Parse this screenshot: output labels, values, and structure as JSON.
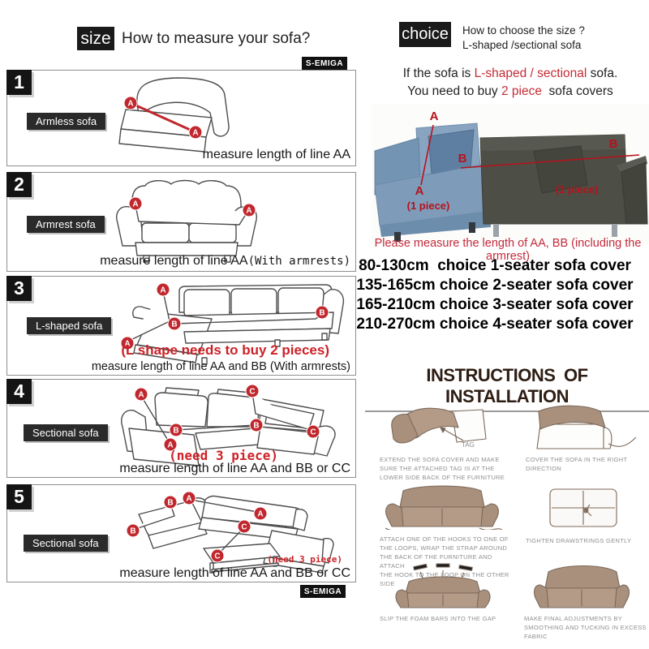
{
  "brand": {
    "badge_top": "S-EMIGA",
    "badge_bottom": "S-EMIGA"
  },
  "left": {
    "tag": "size",
    "title": "How to measure your sofa?",
    "sections": [
      {
        "num": "1",
        "label": "Armless sofa",
        "caption": "measure length of line AA",
        "markers": [
          "A",
          "A"
        ]
      },
      {
        "num": "2",
        "label": "Armrest sofa",
        "caption": "measure length of line AA",
        "caption_suffix": "(With armrests)",
        "markers": [
          "A",
          "A"
        ]
      },
      {
        "num": "3",
        "label": "L-shaped sofa",
        "note": "(L shape needs to buy 2 pieces)",
        "caption": "measure length of line AA and BB (With armrests)",
        "markers": [
          "A",
          "A",
          "B",
          "B"
        ]
      },
      {
        "num": "4",
        "label": "Sectional sofa",
        "note": "(need 3 piece)",
        "caption": "measure length of line AA and BB or CC",
        "markers": [
          "A",
          "A",
          "B",
          "B",
          "C",
          "C"
        ]
      },
      {
        "num": "5",
        "label": "Sectional sofa",
        "note": "(need 3 piece)",
        "caption": "measure length of line AA and BB or CC",
        "markers": [
          "A",
          "A",
          "B",
          "B",
          "C",
          "C"
        ]
      }
    ]
  },
  "right": {
    "tag": "choice",
    "title_line1": "How to choose the size ?",
    "title_line2": "L-shaped /sectional sofa",
    "intro": {
      "l1_pre": "If the sofa is ",
      "l1_red": "L-shaped / sectional",
      "l1_post": " sofa.",
      "l2_pre": "You need to buy ",
      "l2_red": "2 piece",
      "l2_post": "  sofa covers"
    },
    "photo": {
      "markers": [
        "A",
        "A",
        "B",
        "B"
      ],
      "piece_left": "(1 piece)",
      "piece_right": "(1 piece)"
    },
    "measure_note": "Please measure the length of AA, BB (including the armrest)",
    "size_chart": [
      "80-130cm  choice 1-seater sofa cover",
      "135-165cm choice 2-seater sofa cover",
      "165-210cm choice 3-seater sofa cover",
      "210-270cm choice 4-seater sofa cover"
    ],
    "instructions": {
      "title": "INSTRUCTIONS OF  INSTALLATION",
      "steps": [
        {
          "caption": "EXTEND THE SOFA COVER AND MAKE\nSURE THE ATTACHED TAG IS AT THE\nLOWER SIDE BACK OF THE FURNITURE",
          "tag_label": "TAG"
        },
        {
          "caption": "COVER THE SOFA IN THE RIGHT\nDIRECTION"
        },
        {
          "caption": "ATTACH ONE OF THE HOOKS TO ONE OF\nTHE LOOPS, WRAP THE STRAP AROUND\nTHE BACK OF THE FURNITURE AND ATTACH\nTHE HOOK TO THE LOOP ON THE OTHER SIDE"
        },
        {
          "caption": "TIGHTEN DRAWSTRINGS GENTLY"
        },
        {
          "caption": "SLIP THE FOAM BARS INTO THE GAP"
        },
        {
          "caption": "MAKE FINAL ADJUSTMENTS BY\nSMOOTHING AND TUCKING IN EXCESS\nFABRIC"
        }
      ]
    }
  },
  "colors": {
    "accent_red": "#c1272d",
    "note_red": "#c42a3c",
    "black_tag": "#1a1a1a",
    "label_box": "#2a2a2a",
    "heading_brown": "#2e1d13",
    "caption_gray": "#8f8f8f",
    "photo_blue": "#7e9cba",
    "photo_dark": "#4c4e45",
    "illustration_taupe": "#a8907d"
  }
}
